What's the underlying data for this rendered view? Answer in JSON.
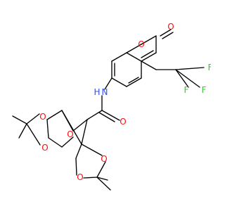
{
  "colors": {
    "carbon": "#000000",
    "oxygen": "#ff0d0d",
    "nitrogen": "#3050f8",
    "fluorine": "#33cc33",
    "background": "#ffffff"
  },
  "atom_labels": {
    "o_lactone_ring": "O",
    "o_lactone_carbonyl": "O",
    "nh": "N",
    "h_of_nh": "H",
    "f1": "F",
    "f2": "F",
    "f3": "F",
    "o_amide": "O",
    "o_pyran": "O",
    "o_dioxolane_a1": "O",
    "o_dioxolane_a2": "O",
    "o_dioxolane_b1": "O",
    "o_dioxolane_b2": "O"
  }
}
